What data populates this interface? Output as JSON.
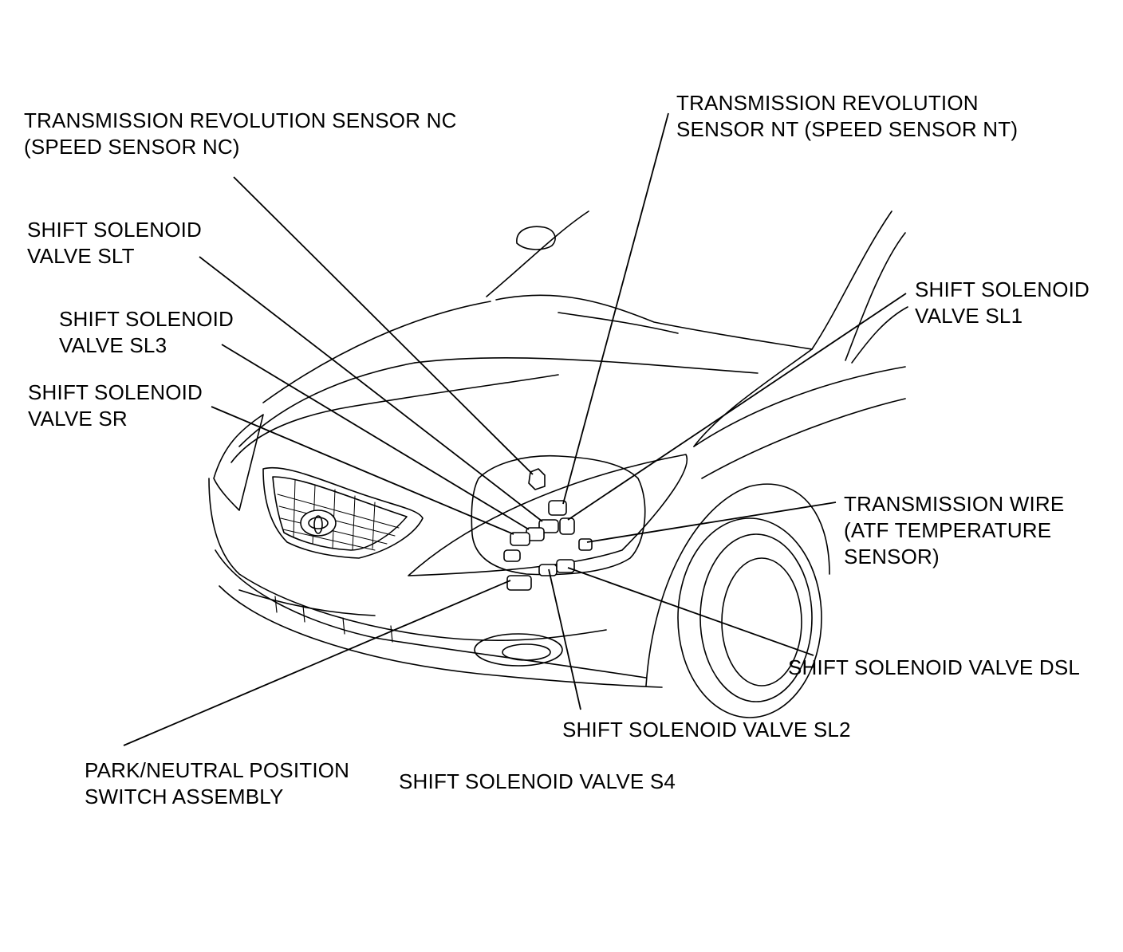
{
  "diagram": {
    "labels": {
      "nc": {
        "lines": [
          "TRANSMISSION REVOLUTION SENSOR NC",
          "(SPEED SENSOR NC)"
        ]
      },
      "nt": {
        "lines": [
          "TRANSMISSION REVOLUTION",
          "SENSOR NT (SPEED SENSOR NT)"
        ]
      },
      "slt": {
        "lines": [
          "SHIFT SOLENOID",
          "VALVE SLT"
        ]
      },
      "sl3": {
        "lines": [
          "SHIFT SOLENOID",
          "VALVE SL3"
        ]
      },
      "sr": {
        "lines": [
          "SHIFT SOLENOID",
          "VALVE SR"
        ]
      },
      "sl1": {
        "lines": [
          "SHIFT SOLENOID",
          "VALVE SL1"
        ]
      },
      "atf": {
        "lines": [
          "TRANSMISSION WIRE",
          "(ATF TEMPERATURE",
          "SENSOR)"
        ]
      },
      "dsl": {
        "lines": [
          "SHIFT SOLENOID VALVE DSL"
        ]
      },
      "sl2": {
        "lines": [
          "SHIFT SOLENOID VALVE SL2"
        ]
      },
      "pnp": {
        "lines": [
          "PARK/NEUTRAL POSITION",
          "SWITCH ASSEMBLY"
        ]
      },
      "s4": {
        "lines": [
          "SHIFT SOLENOID VALVE S4"
        ]
      }
    },
    "colors": {
      "line": "#000000",
      "background": "#ffffff"
    }
  }
}
